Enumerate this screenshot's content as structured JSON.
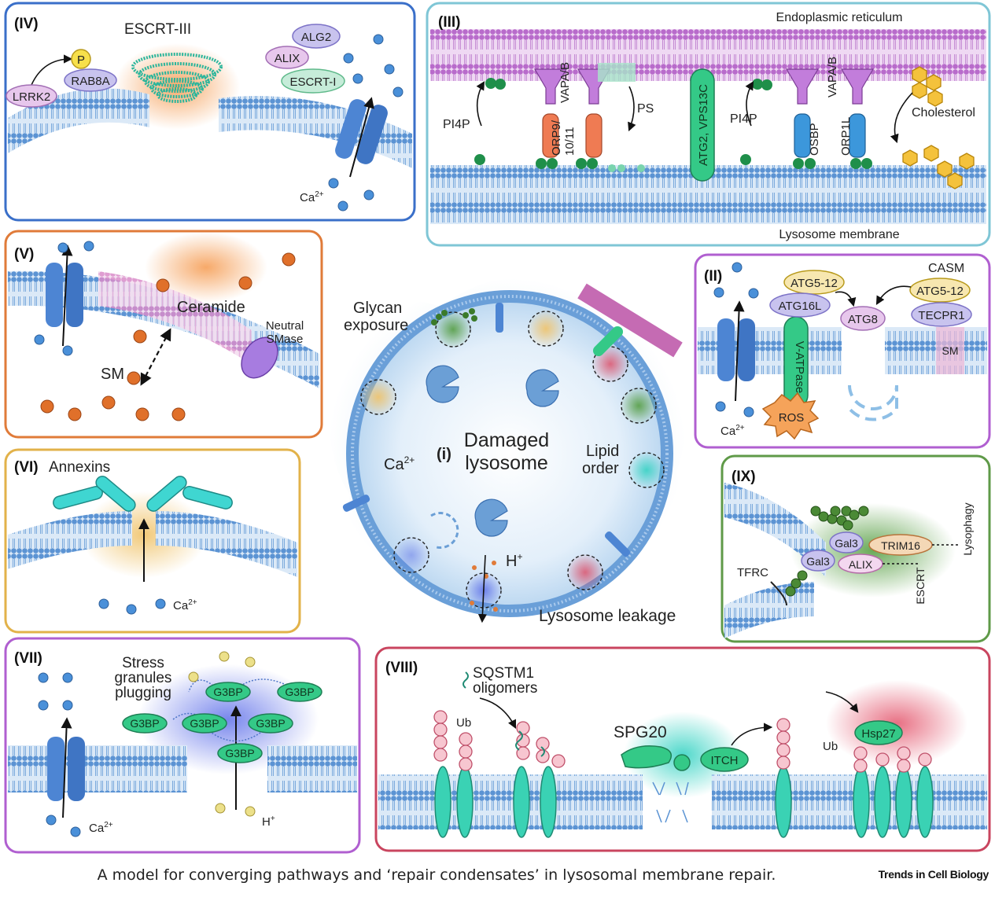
{
  "caption": "A model for converging pathways and ‘repair condensates’ in lysosomal membrane repair.",
  "brand": "Trends in Cell Biology",
  "colors": {
    "panel_IV": "#3a6fc9",
    "panel_III": "#7fc6d6",
    "panel_V": "#e07b39",
    "panel_II": "#b05fd0",
    "panel_VI": "#e2b24a",
    "panel_IX": "#5f9a48",
    "panel_VII": "#b05fd0",
    "panel_VIII": "#c9455f",
    "membrane": "#6a9fd8",
    "calcium": "#4a90d9",
    "ceramide": "#e0702a",
    "galectin": "#3b7a2a"
  },
  "center": {
    "roman": "(i)",
    "title_1": "Damaged",
    "title_2": "lysosome",
    "glycan_1": "Glycan",
    "glycan_2": "exposure",
    "lipid_1": "Lipid",
    "lipid_2": "order",
    "ca": "Ca",
    "ca_sup": "2+",
    "h": "H",
    "h_sup": "+",
    "leakage": "Lysosome leakage"
  },
  "panel_IV": {
    "roman": "(IV)",
    "title": "ESCRT-III",
    "lrrk2": "LRRK2",
    "p": "P",
    "rab8a": "RAB8A",
    "alg2": "ALG2",
    "alix": "ALIX",
    "escrt1": "ESCRT-I",
    "ca": "Ca",
    "ca_sup": "2+"
  },
  "panel_III": {
    "roman": "(III)",
    "er": "Endoplasmic reticulum",
    "lyso": "Lysosome membrane",
    "pi4p_left": "PI4P",
    "orp9_1": "ORP9/",
    "orp9_2": "10/11",
    "vapab_left": "VAPA/B",
    "ps": "PS",
    "atg2": "ATG2, VPS13C",
    "pi4p_right": "PI4P",
    "osbp": "OSBP",
    "vapab_right": "VAPA/B",
    "orp1l": "ORP1L",
    "cholesterol": "Cholesterol"
  },
  "panel_V": {
    "roman": "(V)",
    "ceramide": "Ceramide",
    "sm": "SM",
    "smase_1": "Neutral",
    "smase_2": "SMase"
  },
  "panel_II": {
    "roman": "(II)",
    "casm": "CASM",
    "atg512_left": "ATG5-12",
    "atg512_right": "ATG5-12",
    "atg16l": "ATG16L",
    "atg8": "ATG8",
    "tecpr1": "TECPR1",
    "vatpase": "V-ATPase",
    "sm": "SM",
    "ros": "ROS",
    "ca": "Ca",
    "ca_sup": "2+"
  },
  "panel_VI": {
    "roman": "(VI)",
    "title": "Annexins",
    "ca": "Ca",
    "ca_sup": "2+"
  },
  "panel_IX": {
    "roman": "(IX)",
    "gal3_top": "Gal3",
    "gal3_bottom": "Gal3",
    "trim16": "TRIM16",
    "alix": "ALIX",
    "tfrc": "TFRC",
    "lysophagy": "Lysophagy",
    "escrt": "ESCRT"
  },
  "panel_VII": {
    "roman": "(VII)",
    "title_1": "Stress",
    "title_2": "granules",
    "title_3": "plugging",
    "g3bp": "G3BP",
    "ca": "Ca",
    "ca_sup": "2+",
    "h": "H",
    "h_sup": "+"
  },
  "panel_VIII": {
    "roman": "(VIII)",
    "sqstm1_1": "SQSTM1",
    "sqstm1_2": "oligomers",
    "ub_left": "Ub",
    "spg20": "SPG20",
    "itch": "ITCH",
    "ub_right": "Ub",
    "hsp27": "Hsp27"
  }
}
